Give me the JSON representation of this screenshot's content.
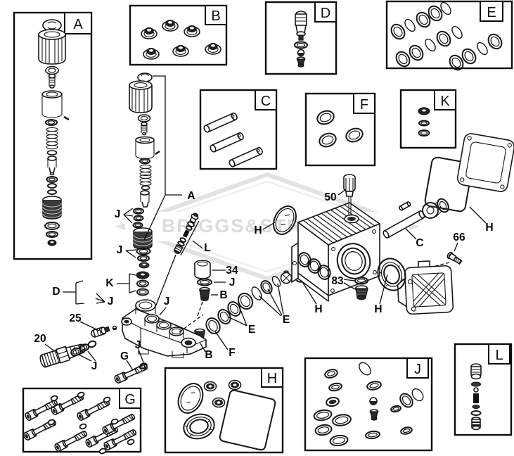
{
  "diagram": {
    "type": "exploded-parts-diagram",
    "watermark": "BRIGGS&STRATTON"
  },
  "boxes": {
    "a": "A",
    "b": "B",
    "c": "C",
    "d": "D",
    "e": "E",
    "f": "F",
    "g": "G",
    "h": "H",
    "j": "J",
    "k": "K",
    "l": "L"
  },
  "callouts": {
    "a": "A",
    "b": "B",
    "c": "C",
    "d": "D",
    "e": "E",
    "f": "F",
    "g": "G",
    "h": "H",
    "j": "J",
    "k": "K",
    "l": "L",
    "n20": "20",
    "n25": "25",
    "n34": "34",
    "n50": "50",
    "n66": "66",
    "n83": "83"
  }
}
